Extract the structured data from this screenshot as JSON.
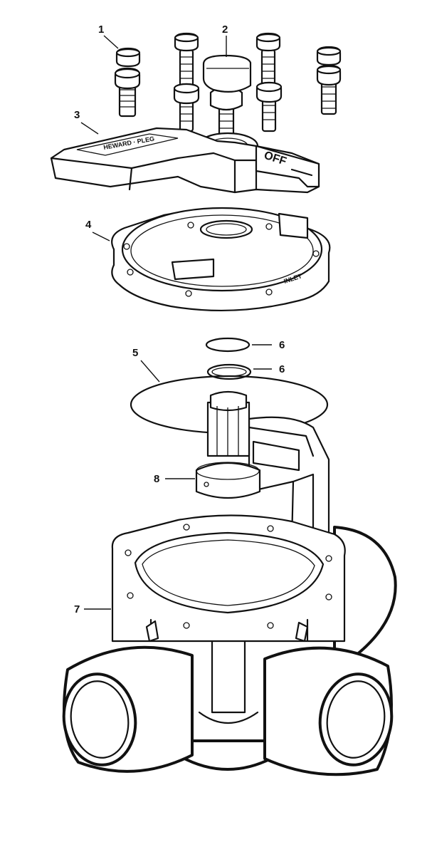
{
  "callouts": [
    {
      "id": "1",
      "label": "1"
    },
    {
      "id": "2",
      "label": "2"
    },
    {
      "id": "3",
      "label": "3"
    },
    {
      "id": "4",
      "label": "4"
    },
    {
      "id": "5",
      "label": "5"
    },
    {
      "id": "6a",
      "label": "6"
    },
    {
      "id": "6b",
      "label": "6"
    },
    {
      "id": "7",
      "label": "7"
    },
    {
      "id": "8",
      "label": "8"
    }
  ],
  "embossed_text": {
    "off": "OFF",
    "inlet": "INLET"
  }
}
